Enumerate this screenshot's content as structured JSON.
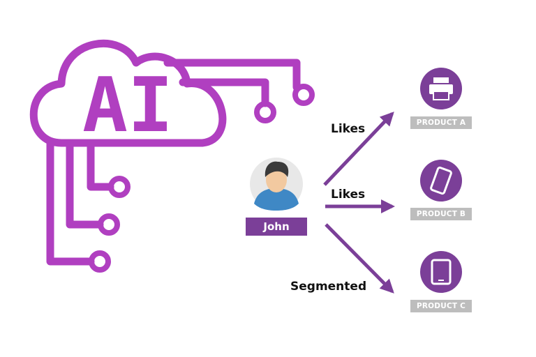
{
  "logo": {
    "text": "AI"
  },
  "user": {
    "name": "John"
  },
  "edges": [
    {
      "label": "Likes"
    },
    {
      "label": "Likes"
    },
    {
      "label": "Segmented"
    }
  ],
  "products": [
    {
      "label": "PRODUCT A",
      "icon": "printer-icon"
    },
    {
      "label": "PRODUCT B",
      "icon": "smartphone-icon"
    },
    {
      "label": "PRODUCT C",
      "icon": "tablet-icon"
    }
  ],
  "colors": {
    "accent": "#b03fc0",
    "arrow": "#7b3f98",
    "product_badge": "#7b3f98",
    "label_bg": "#bdbdbd"
  }
}
